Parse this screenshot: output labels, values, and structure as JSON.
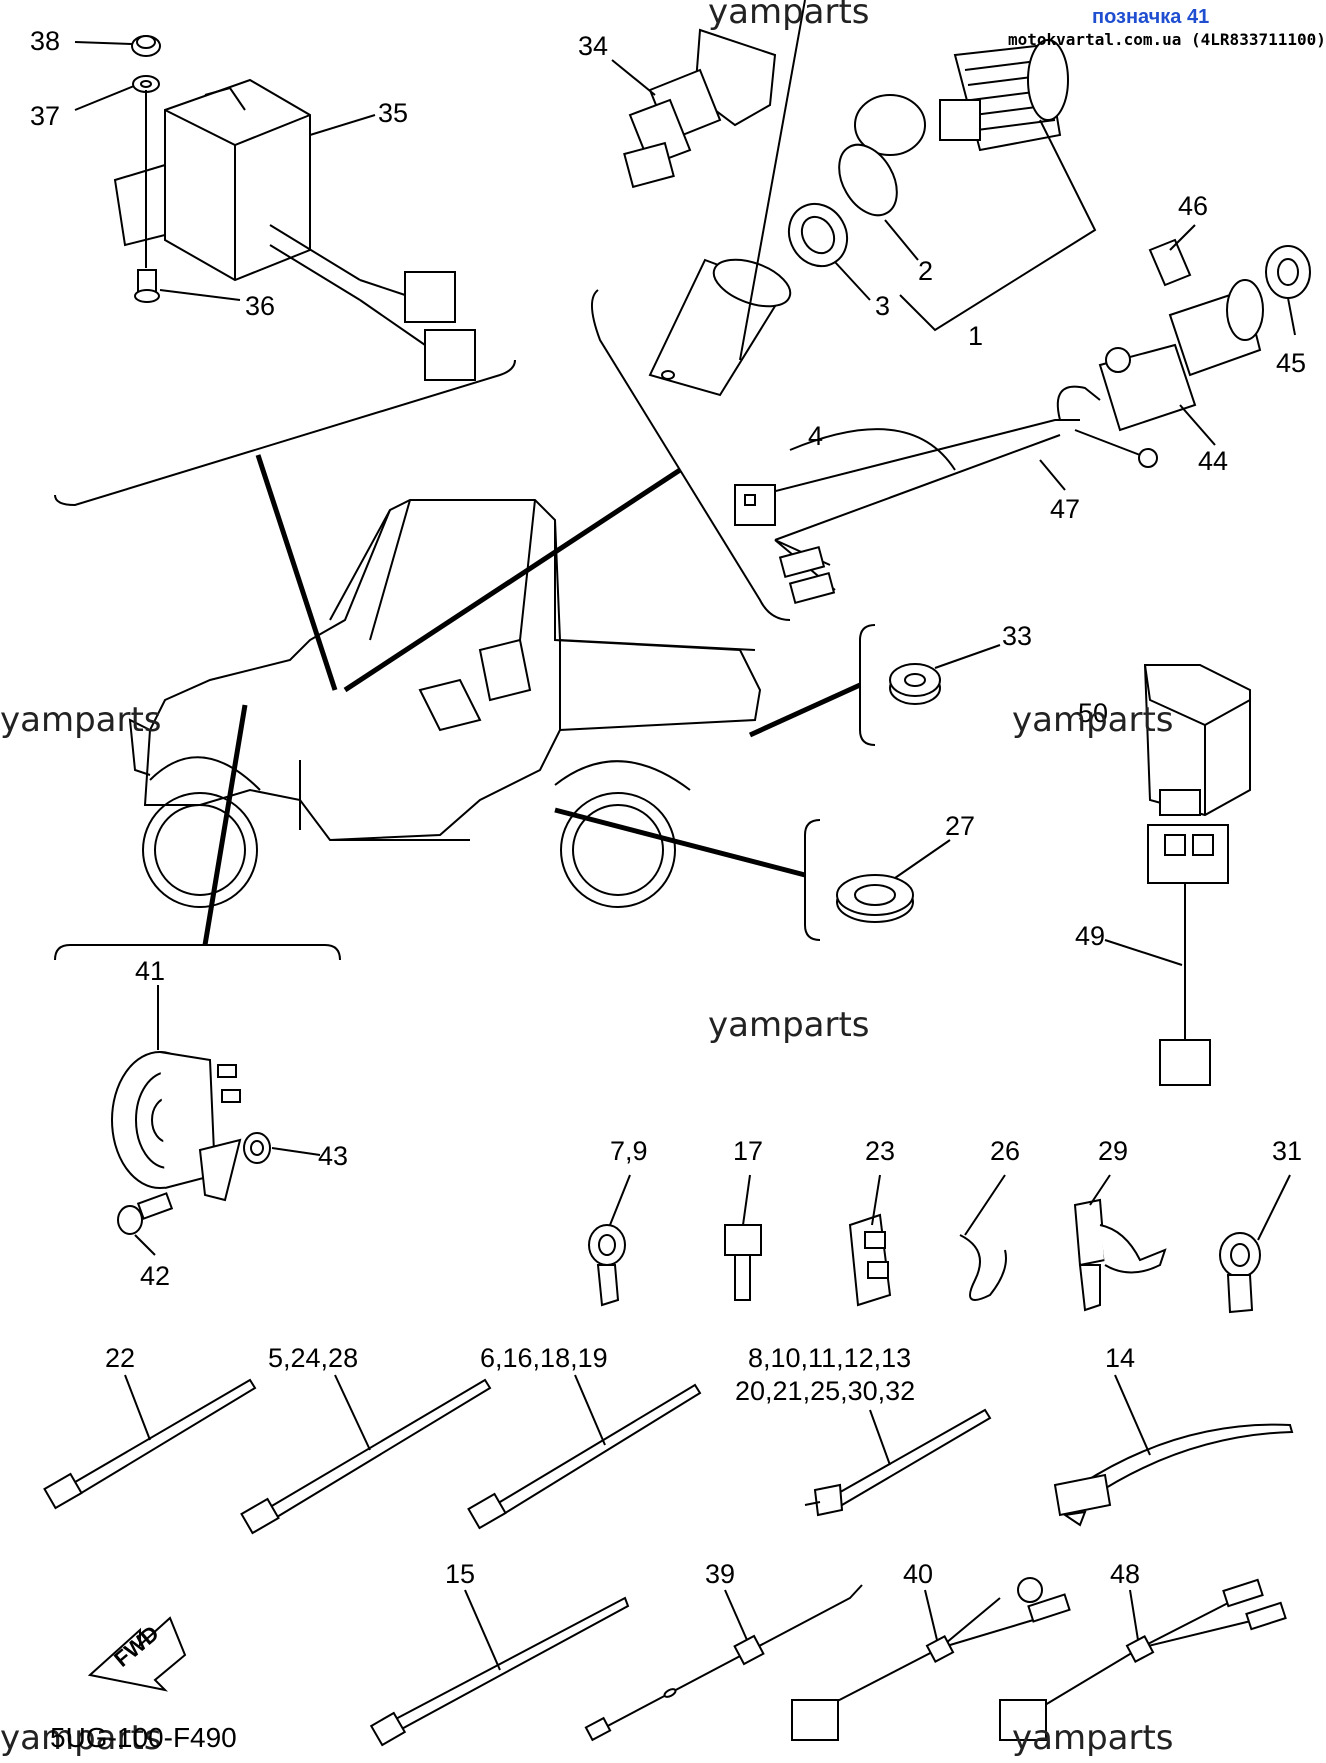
{
  "header": {
    "badge": "позначка 41",
    "site": "motokvartal.com.ua (4LR833711100)"
  },
  "watermarks": [
    "yamparts",
    "yamparts",
    "yamparts",
    "yamparts",
    "yamparts",
    "yamparts"
  ],
  "diagram_code": "5UG-100-F490",
  "fwd_label": "FWD",
  "labels": {
    "p38": "38",
    "p37": "37",
    "p35": "35",
    "p36": "36",
    "p34": "34",
    "p1": "1",
    "p2": "2",
    "p3": "3",
    "p4": "4",
    "p46": "46",
    "p45": "45",
    "p44": "44",
    "p47": "47",
    "p33": "33",
    "p50": "50",
    "p27": "27",
    "p49": "49",
    "p41": "41",
    "p43": "43",
    "p42": "42",
    "p7_9": "7,9",
    "p17": "17",
    "p23": "23",
    "p26": "26",
    "p29": "29",
    "p31": "31",
    "p22": "22",
    "p5_24_28": "5,24,28",
    "p6_16_18_19": "6,16,18,19",
    "p8_line1": "8,10,11,12,13",
    "p8_line2": "20,21,25,30,32",
    "p14": "14",
    "p15": "15",
    "p39": "39",
    "p40": "40",
    "p48": "48"
  }
}
